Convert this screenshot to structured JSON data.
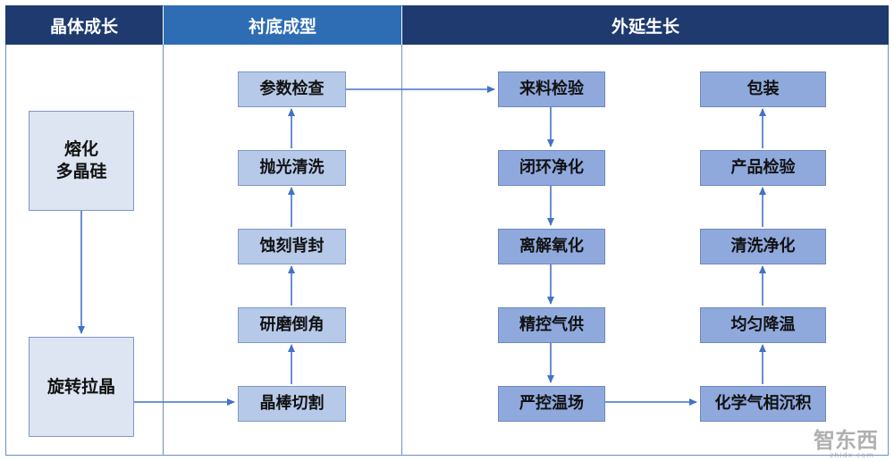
{
  "columns": {
    "crystal": "晶体成长",
    "substrate": "衬底成型",
    "epitaxy": "外延生长"
  },
  "colors": {
    "header_dark": "#1e3a6e",
    "header_mid": "#2e6db4",
    "box_light": "#dde4f2",
    "box_mid": "#b6c9e9",
    "box_blue": "#8fa9dd",
    "line": "#4472c4"
  },
  "crystal_steps": {
    "melt": "熔化\n多晶硅",
    "rotate_pull": "旋转拉晶"
  },
  "substrate_steps": {
    "param_check": "参数检查",
    "polish_clean": "抛光清洗",
    "etch_back_seal": "蚀刻背封",
    "grind_chamfer": "研磨倒角",
    "ingot_cut": "晶棒切割"
  },
  "epitaxy_left_steps": {
    "incoming_inspection": "来料检验",
    "closed_loop_purify": "闭环净化",
    "dissociate_oxidize": "离解氧化",
    "precise_gas_supply": "精控气供",
    "strict_temp_field": "严控温场"
  },
  "epitaxy_right_steps": {
    "cvd": "化学气相沉积",
    "uniform_cooling": "均匀降温",
    "clean_purify": "清洗净化",
    "product_inspection": "产品检验",
    "packaging": "包装"
  },
  "watermark": {
    "logo": "智东西",
    "sub": "zhidx.com"
  }
}
